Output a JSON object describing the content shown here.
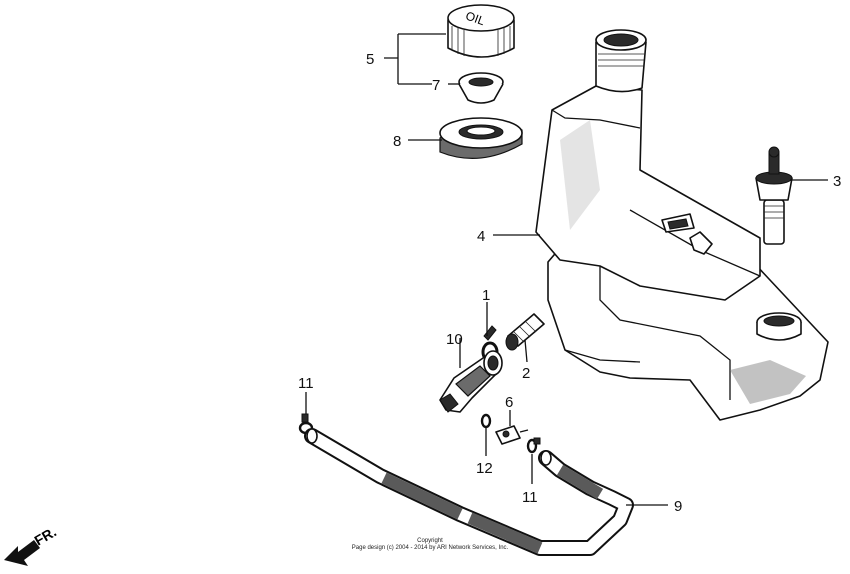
{
  "callouts": [
    {
      "id": "1",
      "text": "1"
    },
    {
      "id": "2",
      "text": "2"
    },
    {
      "id": "3",
      "text": "3"
    },
    {
      "id": "4",
      "text": "4"
    },
    {
      "id": "5",
      "text": "5"
    },
    {
      "id": "6",
      "text": "6"
    },
    {
      "id": "7",
      "text": "7"
    },
    {
      "id": "8",
      "text": "8"
    },
    {
      "id": "9",
      "text": "9"
    },
    {
      "id": "10",
      "text": "10"
    },
    {
      "id": "11a",
      "text": "11"
    },
    {
      "id": "11b",
      "text": "11"
    },
    {
      "id": "12",
      "text": "12"
    }
  ],
  "cap_text": "OIL",
  "direction_label": "FR.",
  "footer": {
    "line1": "Copyright",
    "line2": "Page design (c) 2004 - 2014 by ARI Network Services, Inc."
  }
}
